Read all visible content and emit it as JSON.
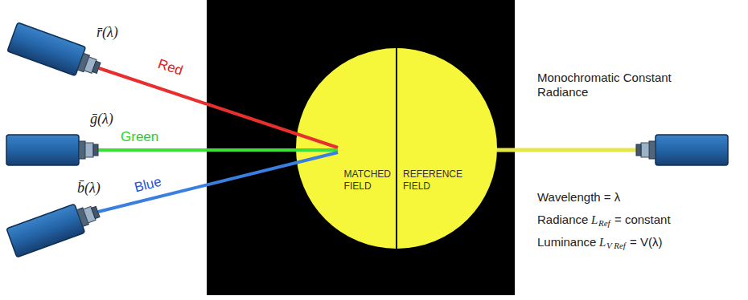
{
  "diagram": {
    "nodes": [
      {
        "text": [
          "MATCHED FIELD"
        ]
      },
      {
        "text": [
          "REFERENCE FIELD"
        ]
      }
    ],
    "labels": [
      "r̄(λ)",
      "Red",
      "ḡ(λ)",
      "Green",
      "b̄(λ)",
      "Blue",
      "Monochromatic Constant Radiance",
      "Wavelength = λ",
      "Radiance",
      "L",
      "Ref",
      "= constant",
      "Luminance",
      "L",
      "V Ref",
      "= V(λ)"
    ]
  }
}
